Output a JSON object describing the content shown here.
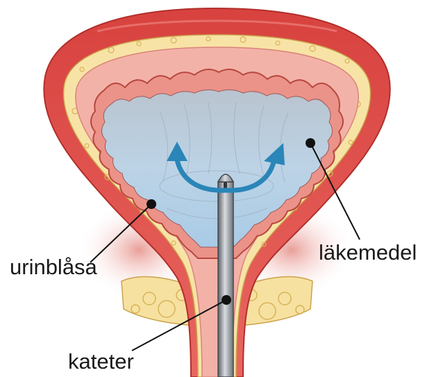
{
  "labels": {
    "bladder": "urinblåsa",
    "medication": "läkemedel",
    "catheter": "kateter"
  },
  "colors": {
    "muscle": "#e4524f",
    "muscle_dark": "#c83834",
    "fat": "#f8e3a6",
    "mucosa": "#f1aba2",
    "fluid": "#c4d8e6",
    "arrow": "#2a86b8",
    "catheter": "#8a8f96",
    "leader": "#111111"
  },
  "icons": {
    "flow_arrows": "curved-double-arrow-icon",
    "pointer_dot": "dot-marker-icon"
  }
}
